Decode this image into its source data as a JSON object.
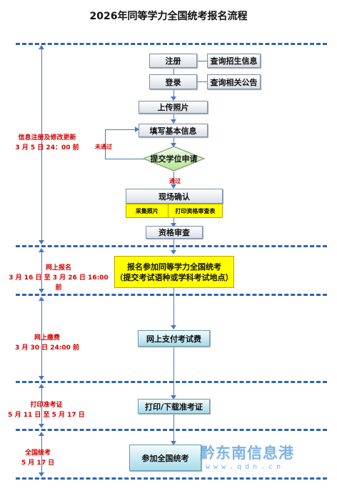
{
  "title": "2026年同等学力全国统考报名流程",
  "side_labels": {
    "stage1_title": "信息注册及修改更新",
    "stage1_date": "3 月 5 日 24：00 前",
    "stage2_title": "网上报名",
    "stage2_date": "3 月 16 日 至 3 月 26 日 16:00 前",
    "stage3_title": "网上缴费",
    "stage3_date": "3 月 30 日 24:00 前",
    "stage4_title": "打印准考证",
    "stage4_date": "5 月 11 日 至 5 月 17 日",
    "stage5_title": "全国统考",
    "stage5_date": "5 月 17 日"
  },
  "boxes": {
    "register": "注册",
    "query_enrollment": "查询招生信息",
    "login": "登录",
    "query_notices": "查询相关公告",
    "upload_photo": "上传照片",
    "fill_info": "填写基本信息",
    "submit_degree": "提交学位申请",
    "onsite_confirm": "现场确认",
    "collect_photo": "采集照片",
    "print_form": "打印资格审查表",
    "qualification_review": "资格审查",
    "apply_exam_line1": "报名参加同等学力全国统考",
    "apply_exam_line2": "（提交考试语种或学科考试地点）",
    "online_payment": "网上支付考试费",
    "print_admission": "打印/下载准考证",
    "attend_exam": "参加全国统考"
  },
  "branch_labels": {
    "rejected": "未通过",
    "passed": "通过"
  },
  "watermark": {
    "text": "黔东南信息港",
    "url": "www.qdn.cn"
  }
}
